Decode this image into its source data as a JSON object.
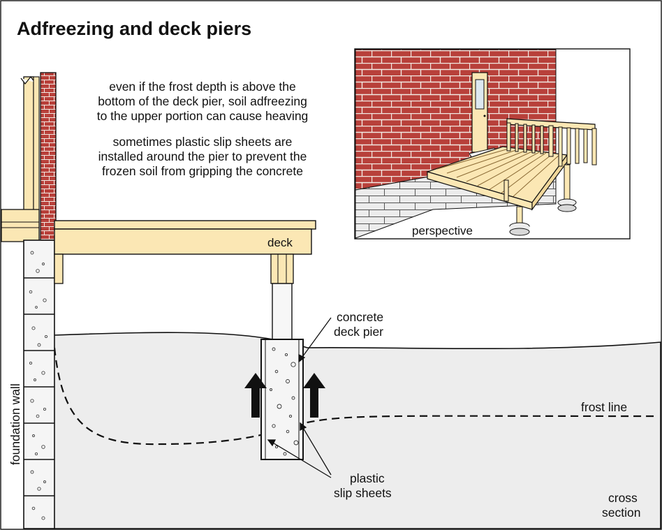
{
  "title": "Adfreezing and deck piers",
  "notes": [
    [
      "even if the frost depth is above the",
      "bottom of the deck pier, soil adfreezing",
      "to the upper portion can cause heaving"
    ],
    [
      "sometimes plastic slip sheets are",
      "installed around the pier to prevent the",
      "frozen soil from gripping the concrete"
    ]
  ],
  "labels": {
    "deck": "deck",
    "pier": [
      "concrete",
      "deck pier"
    ],
    "frost_line": "frost line",
    "slip_sheets": [
      "plastic",
      "slip sheets"
    ],
    "foundation_wall": "foundation wall",
    "cross_section": [
      "cross",
      "section"
    ],
    "perspective": "perspective"
  },
  "colors": {
    "brick": "#b8403a",
    "mortar": "#f2e9e2",
    "wood": "#fbe7b4",
    "soil": "#ededed",
    "concrete": "#f5f5f5",
    "line": "#111111"
  }
}
